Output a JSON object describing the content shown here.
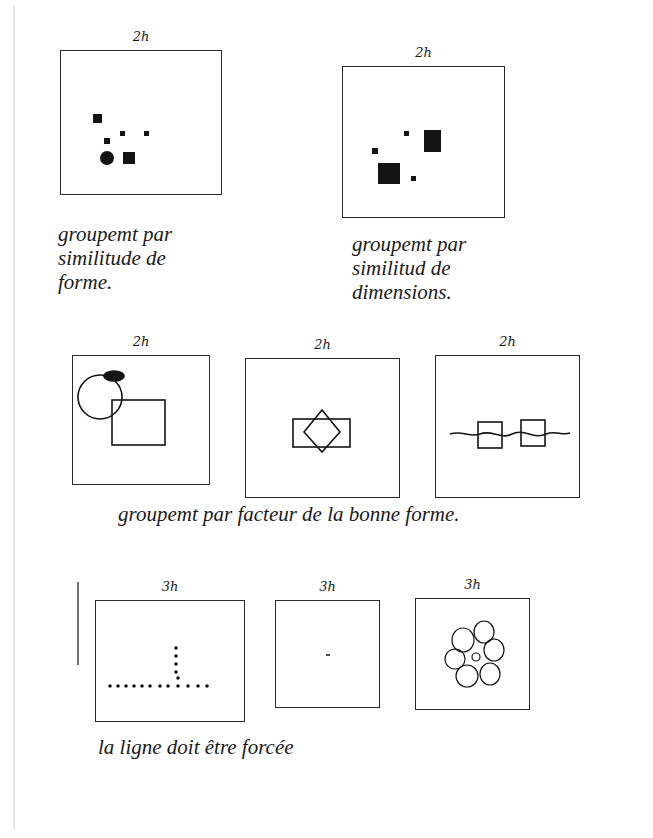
{
  "diagram": {
    "nodes": [
      {
        "text": [
          "2h"
        ]
      },
      {
        "text": [
          "2h"
        ]
      },
      {
        "text": [
          "2h"
        ]
      },
      {
        "text": [
          "2h"
        ]
      },
      {
        "text": [
          "2h"
        ]
      },
      {
        "text": [
          "3h"
        ]
      },
      {
        "text": [
          "3h"
        ]
      },
      {
        "text": [
          "3h"
        ]
      }
    ],
    "labels": [
      "groupemt par similitude de forme.",
      "groupemt par similitud de dimensions.",
      "groupemt par facteur de la bonne forme.",
      "la ligne doit être forcée"
    ]
  }
}
